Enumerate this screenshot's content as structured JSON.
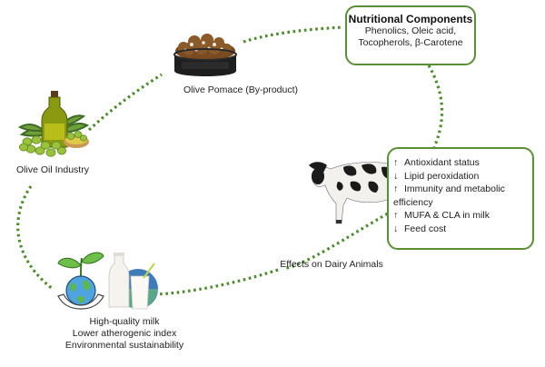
{
  "colors": {
    "path_green": "#4e8a2e",
    "box_border": "#5a8f35"
  },
  "nodes": {
    "olive_pomace": {
      "label": "Olive Pomace (By-product)",
      "icon": "pomace-bowl-icon"
    },
    "olive_oil": {
      "label": "Olive Oil Industry",
      "icon": "olive-oil-bottle-icon"
    },
    "dairy": {
      "label": "Effects on Dairy Animals",
      "icon": "cow-icon"
    },
    "outcomes": {
      "icon_globe": "earth-hands-plant-icon",
      "icon_milk": "milk-bottle-glass-icon",
      "lines": [
        "High-quality milk",
        "Lower atherogenic index",
        "Environmental sustainability"
      ]
    }
  },
  "nutritional_components": {
    "title": "Nutritional Components",
    "lines": [
      "Phenolics, Oleic acid,",
      "Tocopherols, β-Carotene"
    ]
  },
  "effects": [
    {
      "arrow": "↑",
      "direction": "up",
      "text": "Antioxidant status"
    },
    {
      "arrow": "↓",
      "direction": "down",
      "text": "Lipid peroxidation"
    },
    {
      "arrow": "↑",
      "direction": "up",
      "text": "Immunity and metabolic"
    },
    {
      "arrow": "",
      "direction": "",
      "text": "efficiency"
    },
    {
      "arrow": "↑",
      "direction": "up",
      "text": "MUFA & CLA in milk"
    },
    {
      "arrow": "↓",
      "direction": "down",
      "text": "Feed cost"
    }
  ]
}
